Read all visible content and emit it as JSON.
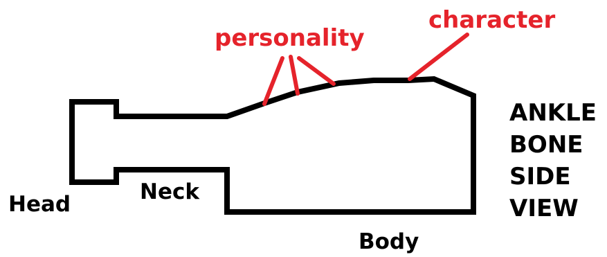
{
  "colors": {
    "outline": "#000000",
    "annotation": "#e5232b",
    "background": "#ffffff"
  },
  "labels": {
    "personality": "personality",
    "character": "character",
    "head": "Head",
    "neck": "Neck",
    "body": "Body"
  },
  "title_lines": [
    "ANKLE",
    "BONE",
    "SIDE",
    "VIEW"
  ]
}
